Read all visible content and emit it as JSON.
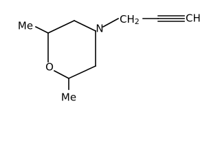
{
  "structure": {
    "atoms": {
      "n": "N",
      "o": "O"
    },
    "groups": {
      "methyl_top": "Me",
      "methyl_bottom": "Me",
      "ch2": "CH",
      "ch2_sub": "2",
      "alkyne_end": "CH"
    },
    "colors": {
      "ink": "#000000",
      "background": "#ffffff"
    }
  }
}
